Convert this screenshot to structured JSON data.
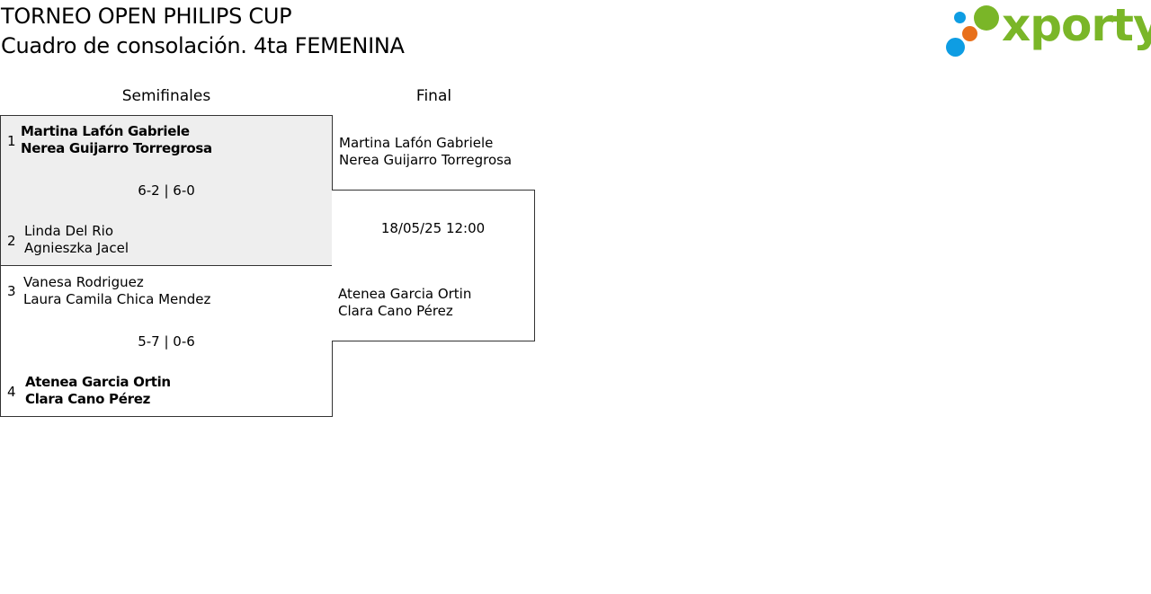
{
  "header": {
    "title_line1": "TORNEO OPEN PHILIPS CUP",
    "title_line2": "Cuadro de consolación. 4ta FEMENINA"
  },
  "logo": {
    "text": "xporty",
    "brand_green": "#7ab628",
    "dot_blue": "#0e9de3",
    "dot_orange": "#e8701b"
  },
  "colors": {
    "highlight_bg": "#eeeeee",
    "border": "#333333"
  },
  "rounds": {
    "semifinal_label": "Semifinales",
    "final_label": "Final"
  },
  "semifinals": [
    {
      "highlighted": true,
      "score": "6-2 | 6-0",
      "top": {
        "seed": "1",
        "player1": "Martina Lafón Gabriele",
        "player2": "Nerea Guijarro Torregrosa",
        "winner": true
      },
      "bottom": {
        "seed": "2",
        "player1": "Linda Del Rio",
        "player2": "Agnieszka Jacel",
        "winner": false
      }
    },
    {
      "highlighted": false,
      "score": "5-7 | 0-6",
      "top": {
        "seed": "3",
        "player1": "Vanesa Rodriguez",
        "player2": "Laura Camila Chica Mendez",
        "winner": false
      },
      "bottom": {
        "seed": "4",
        "player1": "Atenea Garcia Ortin",
        "player2": "Clara Cano Pérez",
        "winner": true
      }
    }
  ],
  "final": {
    "schedule": "18/05/25 12:00",
    "top": {
      "player1": "Martina Lafón Gabriele",
      "player2": "Nerea Guijarro Torregrosa"
    },
    "bottom": {
      "player1": "Atenea Garcia Ortin",
      "player2": "Clara Cano Pérez"
    }
  }
}
